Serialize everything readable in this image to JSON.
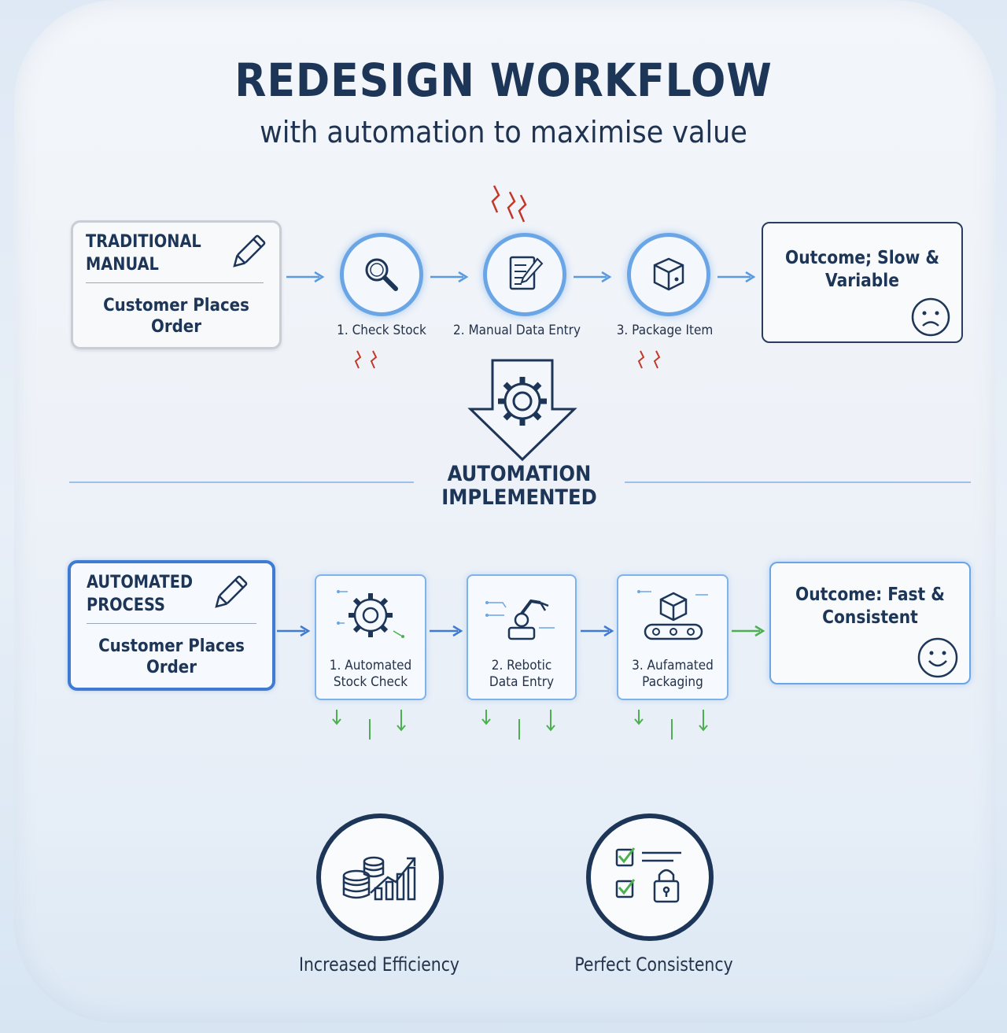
{
  "header": {
    "title": "REDESIGN WORKFLOW",
    "subtitle": "with automation to maximise value"
  },
  "traditional": {
    "heading_line1": "TRADITIONAL",
    "heading_line2": "MANUAL",
    "trigger_line1": "Customer Places",
    "trigger_line2": "Order",
    "steps": [
      {
        "label": "1. Check Stock",
        "icon": "magnifier-icon"
      },
      {
        "label": "2. Manual Data Entry",
        "icon": "document-pen-icon"
      },
      {
        "label": "3. Package Item",
        "icon": "box-icon"
      }
    ],
    "outcome_line1": "Outcome; Slow &",
    "outcome_line2": "Variable",
    "outcome_icon": "sad-face-icon"
  },
  "transition": {
    "line1": "AUTOMATION",
    "line2": "IMPLEMENTED",
    "icon": "gear-down-arrow-icon"
  },
  "automated": {
    "heading_line1": "AUTOMATED",
    "heading_line2": "PROCESS",
    "trigger_line1": "Customer Places",
    "trigger_line2": "Order",
    "steps": [
      {
        "line1": "1. Automated",
        "line2": "Stock Check",
        "icon": "gear-circuit-icon"
      },
      {
        "line1": "2. Rebotic",
        "line2": "Data Entry",
        "icon": "robot-arm-icon"
      },
      {
        "line1": "3. Aufamated",
        "line2": "Packaging",
        "icon": "conveyor-box-icon"
      }
    ],
    "outcome_line1": "Outcome: Fast &",
    "outcome_line2": "Consistent",
    "outcome_icon": "happy-face-icon"
  },
  "benefits": [
    {
      "label": "Increased Efficiency",
      "icon": "coins-growth-chart-icon"
    },
    {
      "label": "Perfect Consistency",
      "icon": "checklist-lock-icon"
    }
  ],
  "colors": {
    "navy": "#1d3557",
    "accent_blue": "#3e7bd1",
    "light_blue": "#6aa6e5",
    "warning_red": "#c0392b",
    "green": "#4caf50"
  }
}
